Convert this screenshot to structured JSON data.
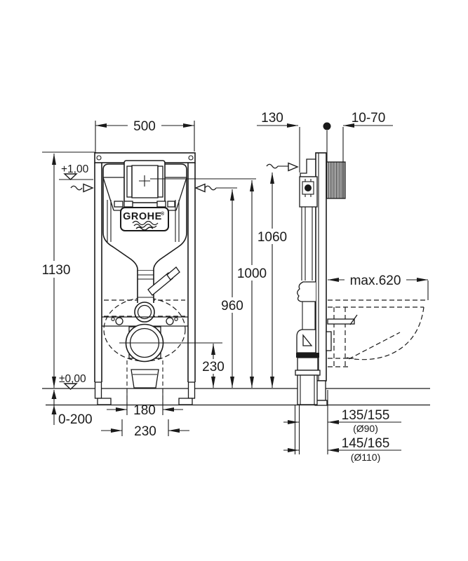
{
  "logo": {
    "brand": "GROHE",
    "registered": "®"
  },
  "front": {
    "width": "500",
    "height": "1130",
    "meter_level": "+1,00",
    "floor_level": "±0,00",
    "adjust_range": "0-200",
    "dim_180": "180",
    "dim_230_bottom": "230",
    "dim_230_drain": "230",
    "dim_960": "960",
    "dim_1000": "1000"
  },
  "side": {
    "dim_130": "130",
    "dim_10_70": "10-70",
    "dim_1060": "1060",
    "dim_max620": "max.620",
    "outlet1_value": "135/155",
    "outlet1_dia": "(Ø90)",
    "outlet2_value": "145/165",
    "outlet2_dia": "(Ø110)"
  }
}
